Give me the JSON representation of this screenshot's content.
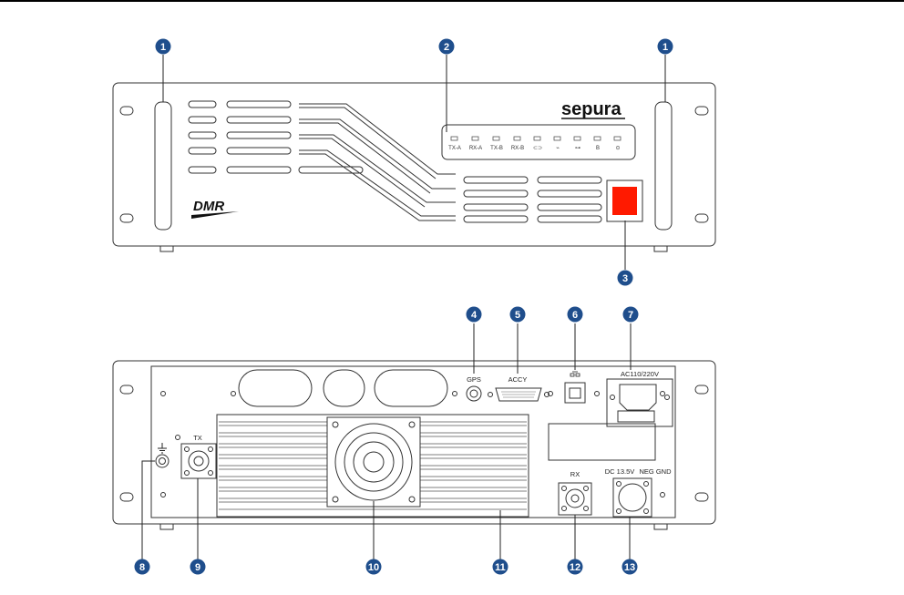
{
  "colors": {
    "callout": "#1f4e8c",
    "outline": "#333333",
    "power_switch": "#ff1a00",
    "top_rule": "#000000"
  },
  "front_panel": {
    "brand": "sepura",
    "logo": "DMR",
    "led_labels": [
      "TX-A",
      "RX-A",
      "TX-B",
      "RX-B",
      "⊂⊃",
      "⌁",
      "⊶",
      "B",
      "⊙"
    ]
  },
  "rear_panel": {
    "gps_label": "GPS",
    "accy_label": "ACCY",
    "ethernet_icon": "ethernet-icon",
    "ac_label": "AC110/220V",
    "tx_label": "TX",
    "rx_label": "RX",
    "dc_label": "DC 13.5V",
    "neg_gnd_label": "NEG GND",
    "ground_icon": "ground-icon"
  },
  "callouts": {
    "c1": "1",
    "c2": "2",
    "c3": "3",
    "c4": "4",
    "c5": "5",
    "c6": "6",
    "c7": "7",
    "c8": "8",
    "c9": "9",
    "c10": "10",
    "c11": "11",
    "c12": "12",
    "c13": "13"
  }
}
